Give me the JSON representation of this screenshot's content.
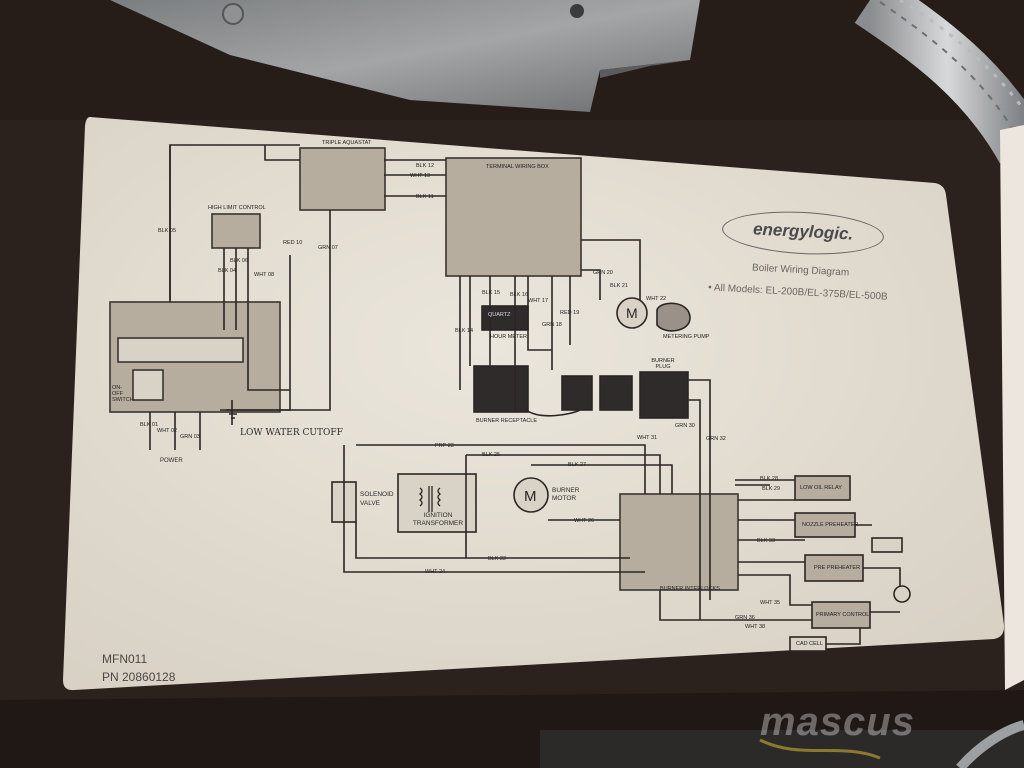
{
  "brand": {
    "name": "energylogic."
  },
  "title": {
    "heading": "Boiler Wiring Diagram",
    "models": "• All Models: EL-200B/EL-375B/EL-500B"
  },
  "footer": {
    "code": "MFN011",
    "part_number": "PN 20860128"
  },
  "watermark": "mascus",
  "labels": {
    "triple_aquastat": "TRIPLE AQUASTAT",
    "high_limit": "HIGH LIMIT CONTROL",
    "power": "POWER",
    "on_off": "ON-OFF SWITCH",
    "low_water": "LOW WATER CUTOFF",
    "hour_meter": "HOUR METER",
    "quartz": "QUARTZ",
    "burner_receptacle": "BURNER RECEPTACLE",
    "burner_plug": "BURNER PLUG",
    "metering_pump": "METERING PUMP",
    "solenoid_valve": "SOLENOID VALVE",
    "ignition_transformer": "IGNITION TRANSFORMER",
    "burner_motor": "BURNER MOTOR",
    "burner_interlocks": "BURNER INTERLOCKS",
    "primary_control": "PRIMARY CONTROL",
    "nozzle_preheater": "NOZZLE PREHEATER",
    "pre_preheater": "PRE PREHEATER",
    "cad_cell": "CAD CELL",
    "low_oil_relay": "LOW OIL RELAY",
    "terminal_board": "TERMINAL WIRING BOX"
  },
  "wire_labels": {
    "blk05": "BLK 05",
    "blk06": "BLK 06",
    "blk04": "BLK 04",
    "wht08": "WHT 08",
    "red10": "RED 10",
    "grn07": "GRN 07",
    "blk12": "BLK 12",
    "wht13": "WHT 13",
    "blk11": "BLK 11",
    "blk01": "BLK 01",
    "wht02": "WHT 02",
    "grn03": "GRN 03",
    "blk14": "BLK 14",
    "blk15": "BLK 15",
    "blk16": "BLK 16",
    "wht17": "WHT 17",
    "grn18": "GRN 18",
    "red19": "RED 19",
    "grn20": "GRN 20",
    "blk21": "BLK 21",
    "wht22": "WHT 22",
    "prp23": "PRP 23",
    "blk25": "BLK 25",
    "blk27": "BLK 27",
    "wht26": "WHT 26",
    "blk22": "BLK 22",
    "wht24": "WHT 24",
    "grn30": "GRN 30",
    "grn32": "GRN 32",
    "wht31": "WHT 31",
    "blk28": "BLK 28",
    "blk29": "BLK 29",
    "blk33": "BLK 33",
    "wht35": "WHT 35",
    "grn36": "GRN 36",
    "wht38": "WHT 38"
  },
  "colors": {
    "label_bg": "#e3ddd2",
    "shaded_box": "#b7ad9f",
    "dark_component": "#2e2b2a",
    "wire": "#2b2624",
    "frame": "#2b221d"
  }
}
